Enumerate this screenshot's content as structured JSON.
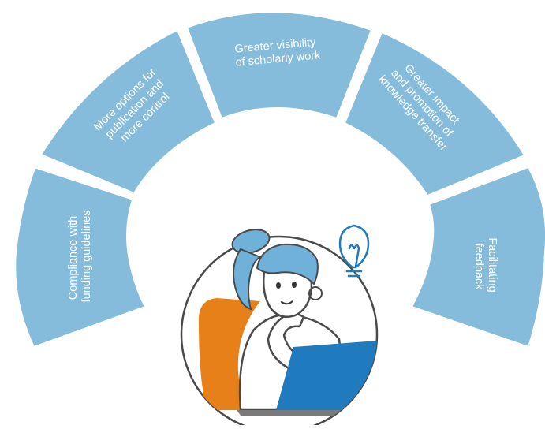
{
  "segments": [
    {
      "lines": [
        "Compliance with",
        "funding guidelines"
      ]
    },
    {
      "lines": [
        "More options for",
        "publication and",
        "more control"
      ]
    },
    {
      "lines": [
        "Greater visibility",
        "of scholarly work"
      ]
    },
    {
      "lines": [
        "Greater impact",
        "and promotion of",
        "knowledge transfer"
      ]
    },
    {
      "lines": [
        "Facilitating",
        "feedback"
      ]
    }
  ],
  "colors": {
    "segment": "#86bcdb",
    "segment_text": "#ffffff",
    "hair": "#6fb1d8",
    "chair": "#e8801a",
    "laptop": "#1f7bbd",
    "outline": "#4a4a4a"
  },
  "icons": {
    "idea": "lightbulb-icon"
  }
}
